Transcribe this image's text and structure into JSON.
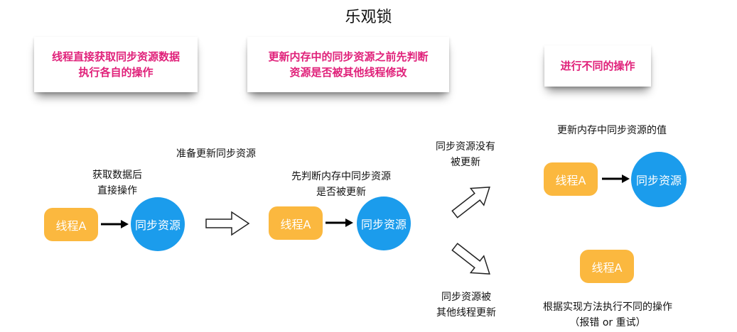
{
  "title": "乐观锁",
  "notes": {
    "step1": [
      "线程直接获取同步资源数据",
      "执行各自的操作"
    ],
    "step2": [
      "更新内存中的同步资源之前先判断",
      "资源是否被其他线程修改"
    ],
    "step3": [
      "进行不同的操作"
    ]
  },
  "stage1": {
    "caption": [
      "获取数据后",
      "直接操作"
    ],
    "thread": "线程A",
    "resource": "同步资源"
  },
  "transition_label": "准备更新同步资源",
  "stage2": {
    "caption": [
      "先判断内存中同步资源",
      "是否被更新"
    ],
    "thread": "线程A",
    "resource": "同步资源"
  },
  "branch_up_label": [
    "同步资源没有",
    "被更新"
  ],
  "branch_down_label": [
    "同步资源被",
    "其他线程更新"
  ],
  "outcome_up": {
    "caption": "更新内存中同步资源的值",
    "thread": "线程A",
    "resource": "同步资源"
  },
  "outcome_down": {
    "thread": "线程A",
    "caption": [
      "根据实现方法执行不同的操作",
      "（报错 or 重试）"
    ]
  },
  "colors": {
    "thread": "#fbb83f",
    "resource": "#1b9cec",
    "note_text": "#e0217a"
  }
}
